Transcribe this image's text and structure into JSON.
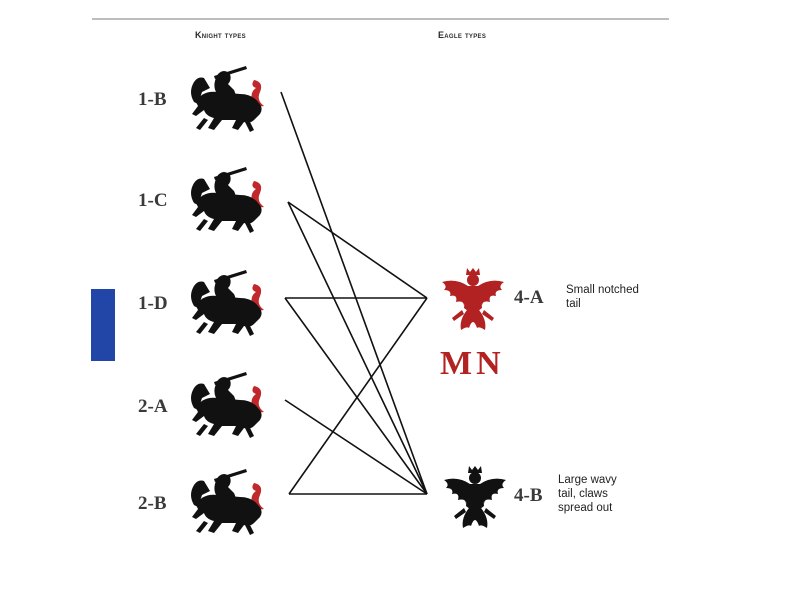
{
  "headers": {
    "knights": "Knight types",
    "eagles": "Eagle types"
  },
  "knights": [
    {
      "id": "1-B",
      "label": "1-B"
    },
    {
      "id": "1-C",
      "label": "1-C"
    },
    {
      "id": "1-D",
      "label": "1-D"
    },
    {
      "id": "2-A",
      "label": "2-A"
    },
    {
      "id": "2-B",
      "label": "2-B"
    }
  ],
  "eagles": [
    {
      "id": "4-A",
      "label": "4-A",
      "description": "Small notched\ntail",
      "color": "#b22222"
    },
    {
      "id": "4-B",
      "label": "4-B",
      "description": "Large wavy\ntail, claws\nspread out",
      "color": "#111111"
    }
  ],
  "monogram": "MN",
  "connections": [
    {
      "from": "1-B",
      "to": "4-B"
    },
    {
      "from": "1-C",
      "to": "4-A"
    },
    {
      "from": "1-C",
      "to": "4-B"
    },
    {
      "from": "1-D",
      "to": "4-A"
    },
    {
      "from": "1-D",
      "to": "4-B"
    },
    {
      "from": "2-A",
      "to": "4-B"
    },
    {
      "from": "2-B",
      "to": "4-A"
    },
    {
      "from": "2-B",
      "to": "4-B"
    }
  ],
  "colors": {
    "knight": "#111111",
    "knight_accent": "#c0282b",
    "accent_block": "#2245a8",
    "line": "#111111"
  }
}
